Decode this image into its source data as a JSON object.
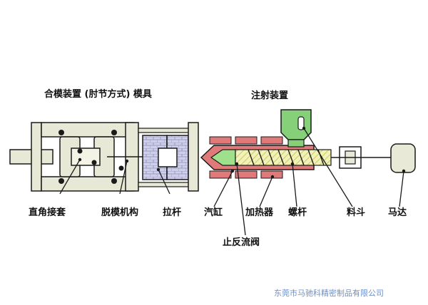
{
  "labels": {
    "mold_section": "合模装置 (肘节方式) 模具",
    "injection_section": "注射装置",
    "toggle_sleeve": "直角接套",
    "ejector": "脱模机构",
    "tie_bar": "拉杆",
    "cylinder": "汽缸",
    "check_valve": "止反流阀",
    "heater": "加热器",
    "screw": "螺杆",
    "hopper": "料斗",
    "motor": "马达"
  },
  "watermark": "东莞市马驰科精密制品有限公司",
  "colors": {
    "mold_frame": "#e8e8d6",
    "mold_plate": "#cfcfe6",
    "heater": "#e07a7a",
    "barrel_body": "#f2f2b8",
    "nozzle": "#9fe08c",
    "hopper": "#86d07a",
    "motor": "#e9e9d8",
    "outline": "#1a1a1a"
  }
}
